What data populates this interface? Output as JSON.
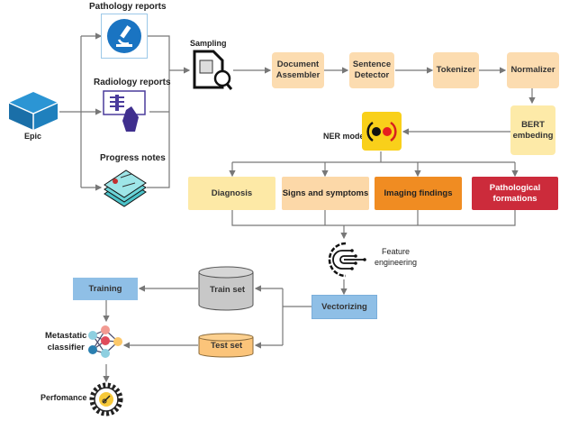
{
  "sources": {
    "epic": "Epic",
    "pathology": "Pathology reports",
    "radiology": "Radiology reports",
    "progress": "Progress notes"
  },
  "pipeline": {
    "sampling": "Sampling",
    "document_assembler": "Document\nAssembler",
    "sentence_detector": "Sentence\nDetector",
    "tokenizer": "Tokenizer",
    "normalizer": "Normalizer",
    "bert": "BERT\nembeding",
    "ner_model": "NER model"
  },
  "entities": [
    {
      "label": "Diagnosis",
      "color": "#fde9a6"
    },
    {
      "label": "Signs and symptoms",
      "color": "#fcd8a8"
    },
    {
      "label": "Imaging findings",
      "color": "#f08c22"
    },
    {
      "label": "Pathological\nformations",
      "color": "#cc2b3b"
    }
  ],
  "modeling": {
    "feature_engineering": "Feature\nengineering",
    "vectorizing": "Vectorizing",
    "train_set": "Train set",
    "test_set": "Test set",
    "training": "Training",
    "classifier": "Metastatic\nclassifier",
    "performance": "Perfomance"
  },
  "colors": {
    "pipeline_box": "#fcdcb0",
    "bert_box": "#fdeaa8",
    "ner_icon_bg": "#f9d01a",
    "process_blue": "#8fbfe6",
    "train_db": "#c8c8c8",
    "test_db": "#fbc47a",
    "epic_blue": "#1f7fbf",
    "wire": "#777777"
  }
}
